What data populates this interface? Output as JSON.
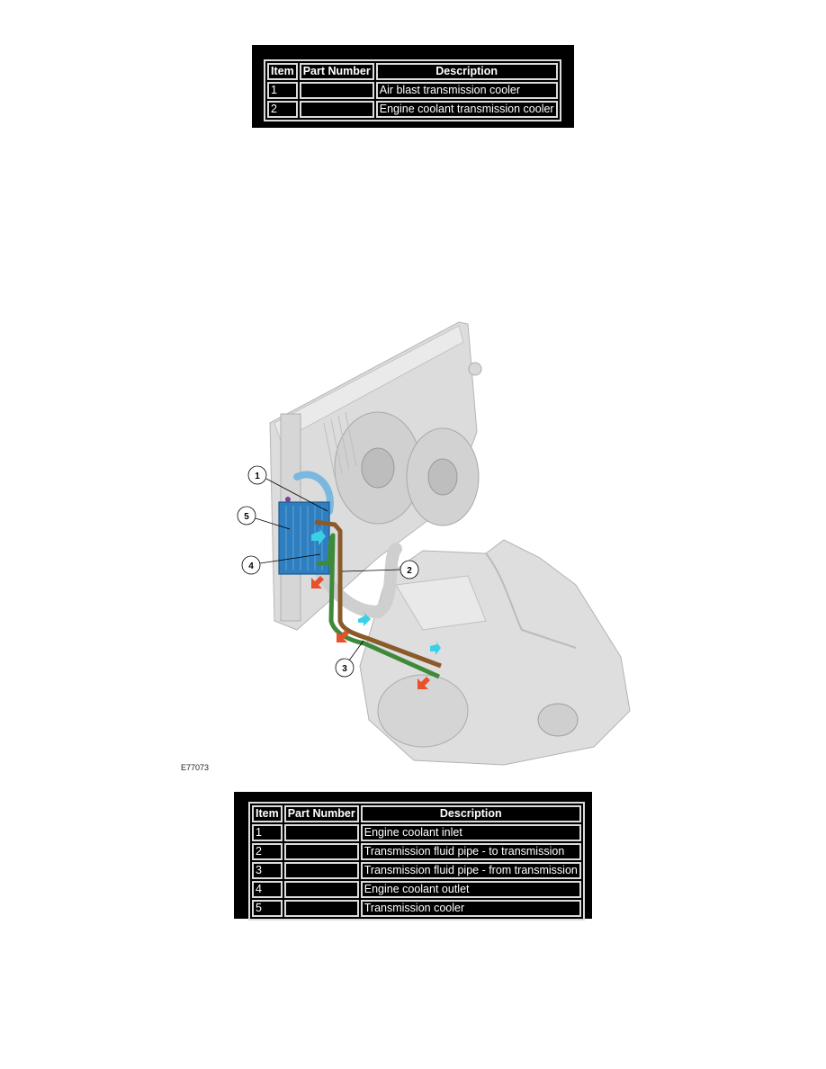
{
  "table1": {
    "headers": {
      "item": "Item",
      "part_number": "Part Number",
      "description": "Description"
    },
    "rows": [
      {
        "item": "1",
        "part_number": "",
        "description": "Air blast transmission cooler"
      },
      {
        "item": "2",
        "part_number": "",
        "description": "Engine coolant transmission cooler"
      }
    ]
  },
  "figure": {
    "code": "E77073",
    "callouts": [
      "1",
      "2",
      "3",
      "4",
      "5"
    ],
    "colors": {
      "cooler": "#2f7fc0",
      "pipe_to_transmission": "#8a5a2b",
      "pipe_from_transmission": "#3d8a3a",
      "coolant_in_arrow": "#39d0e8",
      "coolant_out_arrow": "#e8502a",
      "housing": "#d4d4d4"
    }
  },
  "table2": {
    "headers": {
      "item": "Item",
      "part_number": "Part Number",
      "description": "Description"
    },
    "rows": [
      {
        "item": "1",
        "part_number": "",
        "description": "Engine coolant inlet"
      },
      {
        "item": "2",
        "part_number": "",
        "description": "Transmission fluid pipe - to transmission"
      },
      {
        "item": "3",
        "part_number": "",
        "description": "Transmission fluid pipe - from transmission"
      },
      {
        "item": "4",
        "part_number": "",
        "description": "Engine coolant outlet"
      },
      {
        "item": "5",
        "part_number": "",
        "description": "Transmission cooler"
      }
    ]
  }
}
